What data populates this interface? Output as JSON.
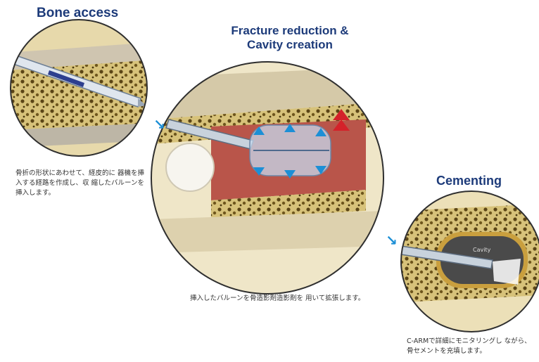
{
  "steps": [
    {
      "title": "Bone access",
      "caption": "骨折の形状にあわせて、経皮的に 器機を挿入する経路を作成し、収 縮したバルーンを挿入します。"
    },
    {
      "title_line1": "Fracture reduction &",
      "title_line2": "Cavity creation",
      "caption": "挿入したバルーンを骨造影剤造影剤を 用いて拡張します。"
    },
    {
      "title": "Cementing",
      "inset_label": "Cavity",
      "caption": "C-ARMで詳細にモニタリングし ながら、骨セメントを充填します。"
    }
  ],
  "colors": {
    "title": "#1d3b7a",
    "arrow": "#1c8fd6",
    "bone_yellow": "#e9d9a4",
    "marrow_brown": "#9b7a2e",
    "tissue_red": "#b9554a",
    "balloon_blue": "#5aa7e0"
  },
  "icons": [
    "next-step-arrow-icon",
    "expansion-arrow-icon"
  ]
}
